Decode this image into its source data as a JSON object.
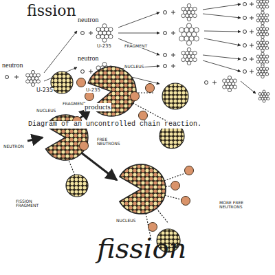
{
  "diagram": {
    "title": "fission",
    "caption": "fission",
    "labels": [
      "neutron",
      "neutron",
      "U-235",
      "U-235",
      "FRAGMENT",
      "neutron",
      "NUCLEUS",
      "U-235",
      "FRAGMENT",
      "products",
      "Diagram of an uncontrolled chain reaction.",
      "NUCLEUS",
      "NEUTRON",
      "FREE NEUTRONS",
      "FISSION FRAGMENT",
      "MORE FREE NEUTRONS",
      "NUCLEUS"
    ]
  }
}
